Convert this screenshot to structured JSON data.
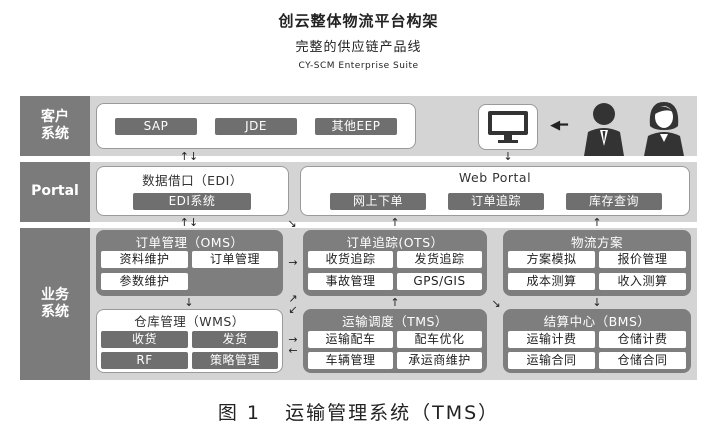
{
  "header": {
    "title": "创云整体物流平台构架",
    "subtitle": "完整的供应链产品线",
    "english": "CY-SCM Enterprise Suite"
  },
  "rows": {
    "customer_label": "客户\n系统",
    "portal_label": "Portal",
    "business_label": "业务\n系统"
  },
  "customer": {
    "items": [
      "SAP",
      "JDE",
      "其他EEP"
    ]
  },
  "edi": {
    "title": "数据借口（EDI）",
    "item": "EDI系统"
  },
  "web_portal": {
    "title": "Web Portal",
    "items": [
      "网上下单",
      "订单追踪",
      "库存查询"
    ]
  },
  "oms": {
    "title": "订单管理（OMS）",
    "items": [
      "资料维护",
      "订单管理",
      "参数维护"
    ]
  },
  "ots": {
    "title": "订单追踪(OTS）",
    "items": [
      "收货追踪",
      "发货追踪",
      "事故管理",
      "GPS/GIS"
    ]
  },
  "logistics": {
    "title": "物流方案",
    "items": [
      "方案模拟",
      "报价管理",
      "成本测算",
      "收入测算"
    ]
  },
  "wms": {
    "title": "仓库管理（WMS）",
    "items": [
      "收货",
      "发货",
      "RF",
      "策略管理"
    ]
  },
  "tms": {
    "title": "运输调度（TMS）",
    "items": [
      "运输配车",
      "配车优化",
      "车辆管理",
      "承运商维护"
    ]
  },
  "bms": {
    "title": "结算中心（BMS）",
    "items": [
      "运输计费",
      "仓储计费",
      "运输合同",
      "仓储合同"
    ]
  },
  "icons": {
    "monitor": "monitor-icon",
    "user_male": "businessman-icon",
    "user_female": "businesswoman-icon"
  },
  "caption": "图 1   运输管理系统（TMS）",
  "colors": {
    "dark_fill": "#7e7e7e",
    "label_fill": "#7b7b7b",
    "row_fill": "#d4d4d4"
  }
}
